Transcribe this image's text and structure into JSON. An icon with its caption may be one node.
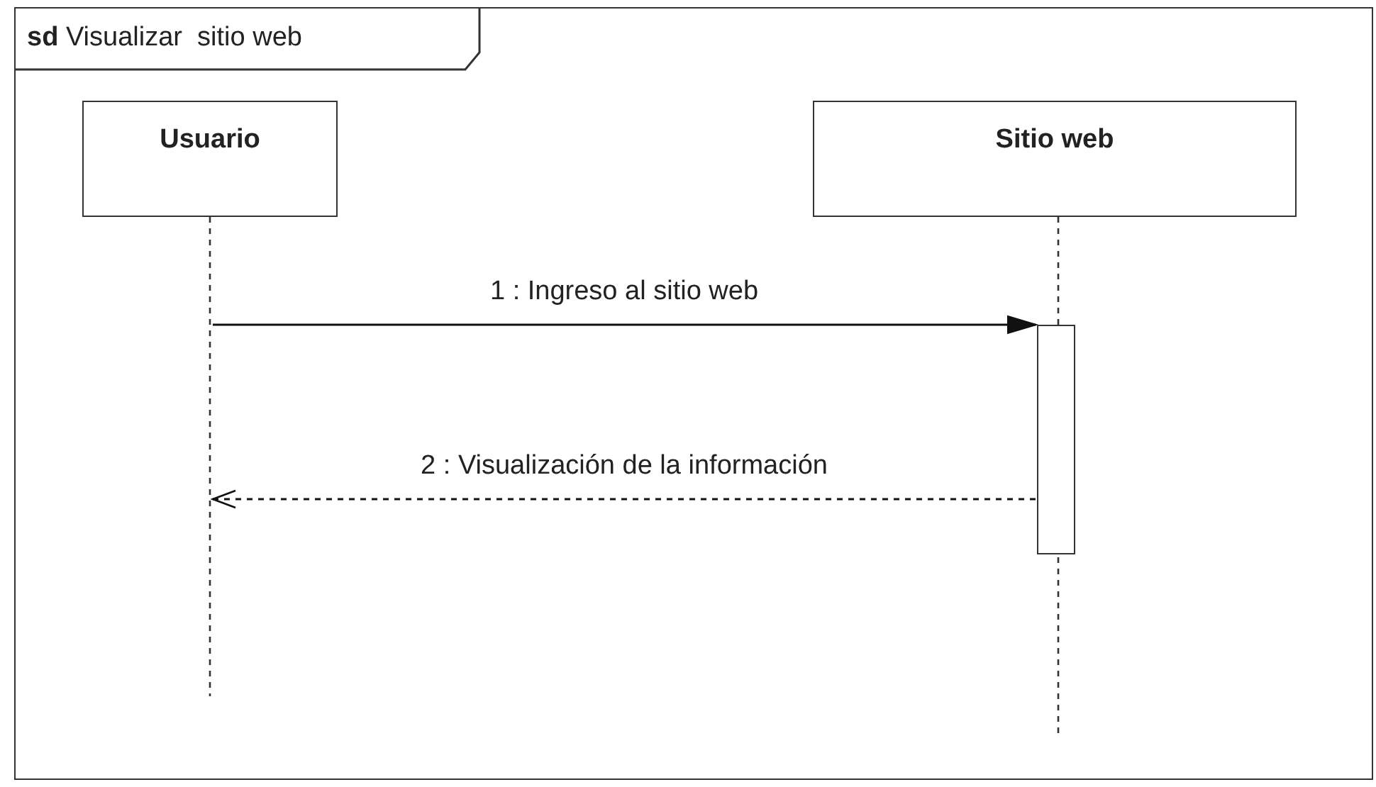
{
  "diagram": {
    "nodes": [
      {
        "text": [
          "**sd** Visualizar  sitio web"
        ]
      },
      {
        "text": [
          "Usuario"
        ],
        "in": 0
      },
      {
        "text": [
          "Sitio web"
        ],
        "in": 0
      },
      {
        "text": [],
        "shape": "line",
        "in": 0
      },
      {
        "text": [],
        "shape": "line",
        "in": 0
      },
      {
        "text": [],
        "shape": "bar",
        "in": 0
      }
    ],
    "edges": [
      {
        "from": 3,
        "to": 5,
        "arrow": "to",
        "label": "1 : Ingreso al sitio web"
      },
      {
        "from": 5,
        "to": 3,
        "arrow": "to",
        "label": "2 : Visualización de la información",
        "style": "dashed"
      }
    ]
  }
}
